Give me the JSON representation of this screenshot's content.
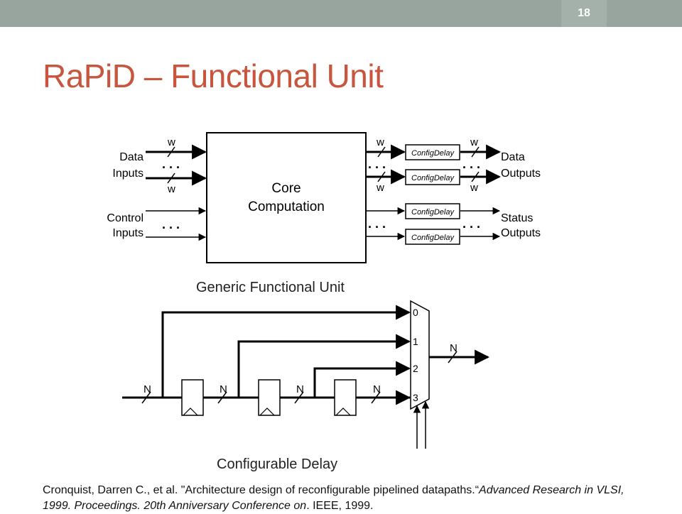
{
  "slide": {
    "number": "18",
    "title": "RaPiD – Functional Unit"
  },
  "figure1": {
    "caption": "Generic Functional Unit",
    "core_line1": "Core",
    "core_line2": "Computation",
    "data_inputs_line1": "Data",
    "data_inputs_line2": "Inputs",
    "control_inputs_line1": "Control",
    "control_inputs_line2": "Inputs",
    "data_outputs_line1": "Data",
    "data_outputs_line2": "Outputs",
    "status_outputs_line1": "Status",
    "status_outputs_line2": "Outputs",
    "width_label": "w",
    "config_delay_label": "ConfigDelay",
    "ellipsis": ". . ."
  },
  "figure2": {
    "caption": "Configurable Delay",
    "bus_label": "N",
    "mux_inputs": [
      "0",
      "1",
      "2",
      "3"
    ]
  },
  "citation": {
    "text": "Cronquist, Darren C., et al. \"Architecture design of reconfigurable pipelined datapaths.“",
    "italic": "Advanced Research in VLSI, 1999. Proceedings. 20th Anniversary Conference on",
    "tail": ". IEEE, 1999."
  },
  "colors": {
    "title": "#c8553e",
    "topbar": "#97a59e"
  }
}
